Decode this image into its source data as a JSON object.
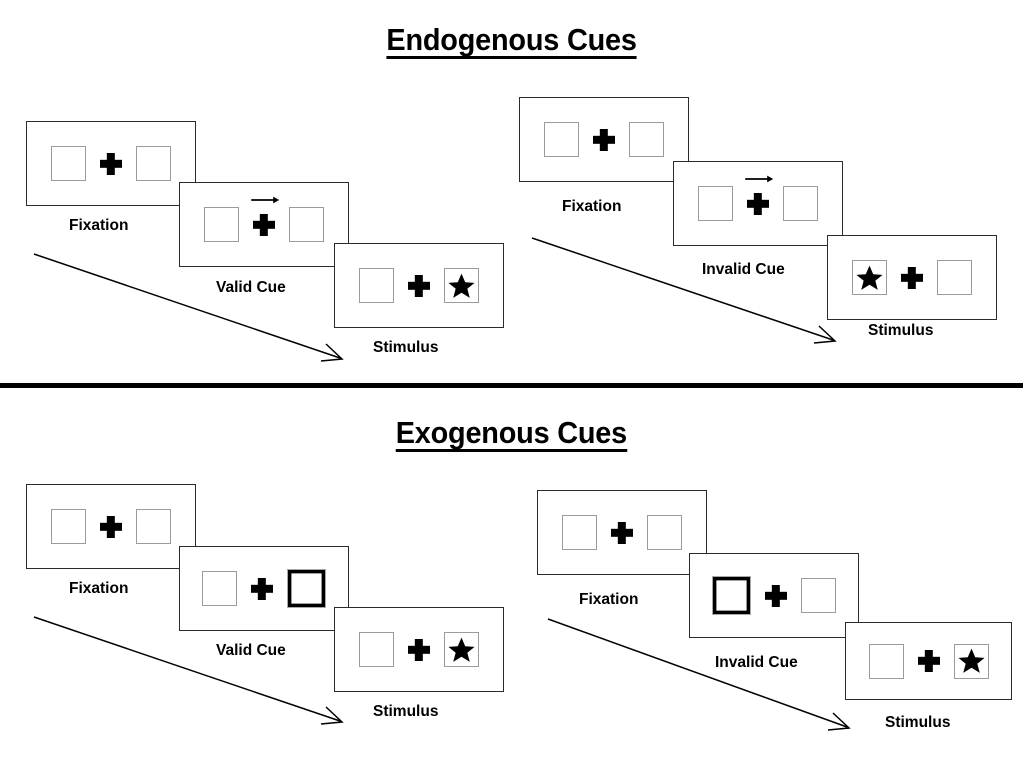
{
  "sections": [
    {
      "id": "endogenous",
      "title": "Endogenous Cues",
      "clusters": [
        {
          "id": "endogenous-valid",
          "stages": [
            {
              "label": "Fixation",
              "left_content": "empty",
              "right_content": "empty",
              "cue": "none",
              "cue_side": "none"
            },
            {
              "label": "Valid Cue",
              "left_content": "empty",
              "right_content": "empty",
              "cue": "arrow",
              "cue_side": "right"
            },
            {
              "label": "Stimulus",
              "left_content": "empty",
              "right_content": "star",
              "cue": "none",
              "cue_side": "none"
            }
          ]
        },
        {
          "id": "endogenous-invalid",
          "stages": [
            {
              "label": "Fixation",
              "left_content": "empty",
              "right_content": "empty",
              "cue": "none",
              "cue_side": "none"
            },
            {
              "label": "Invalid Cue",
              "left_content": "empty",
              "right_content": "empty",
              "cue": "arrow",
              "cue_side": "right"
            },
            {
              "label": "Stimulus",
              "left_content": "star",
              "right_content": "empty",
              "cue": "none",
              "cue_side": "none"
            }
          ]
        }
      ]
    },
    {
      "id": "exogenous",
      "title": "Exogenous Cues",
      "clusters": [
        {
          "id": "exogenous-valid",
          "stages": [
            {
              "label": "Fixation",
              "left_content": "empty",
              "right_content": "empty",
              "cue": "none",
              "cue_side": "none"
            },
            {
              "label": "Valid Cue",
              "left_content": "empty",
              "right_content": "empty",
              "cue": "thick-box",
              "cue_side": "right"
            },
            {
              "label": "Stimulus",
              "left_content": "empty",
              "right_content": "star",
              "cue": "none",
              "cue_side": "none"
            }
          ]
        },
        {
          "id": "exogenous-invalid",
          "stages": [
            {
              "label": "Fixation",
              "left_content": "empty",
              "right_content": "empty",
              "cue": "none",
              "cue_side": "none"
            },
            {
              "label": "Invalid Cue",
              "left_content": "empty",
              "right_content": "empty",
              "cue": "thick-box",
              "cue_side": "left"
            },
            {
              "label": "Stimulus",
              "left_content": "empty",
              "right_content": "star",
              "cue": "none",
              "cue_side": "none"
            }
          ]
        }
      ]
    }
  ],
  "icons": {
    "fixation_cross": "plus-icon",
    "target_star": "star-icon",
    "cue_arrow": "arrow-right-icon",
    "flow_arrow": "diagonal-arrow-icon",
    "divider": "section-divider"
  },
  "colors": {
    "background": "#ffffff",
    "ink": "#000000",
    "panel_border": "#2b2b2b",
    "box_border": "#9b9b9b",
    "cue_border": "#000000"
  }
}
